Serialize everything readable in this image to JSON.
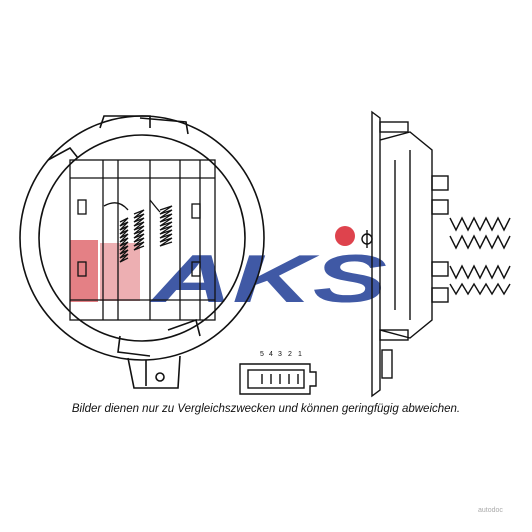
{
  "caption": "Bilder dienen nur zu Vergleichszwecken und können geringfügig abweichen.",
  "watermark": {
    "text": "AKS",
    "color_red": "#d9232e",
    "color_blue": "#1f3d96"
  },
  "connector": {
    "pin_labels": [
      "5",
      "4",
      "3",
      "2",
      "1"
    ]
  },
  "side_marker": "φ",
  "footer_mark": "autodoc"
}
